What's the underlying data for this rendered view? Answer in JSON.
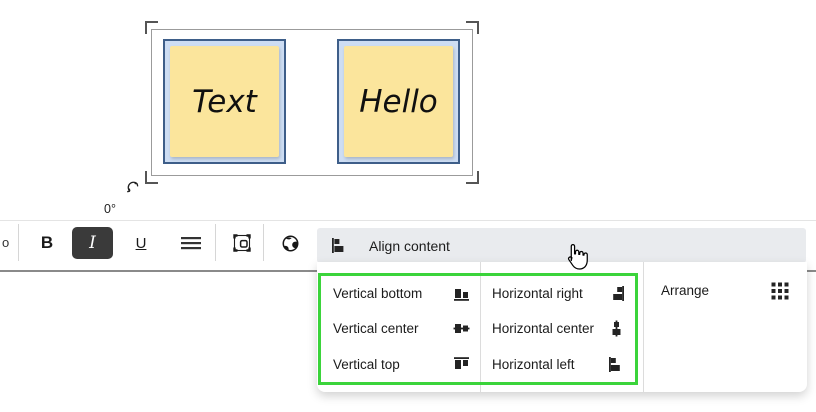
{
  "canvas": {
    "rotation_label": "0°",
    "shapes": [
      {
        "text": "Text"
      },
      {
        "text": "Hello"
      }
    ]
  },
  "toolbar": {
    "clipped_text": "o",
    "bold_label": "B",
    "italic_label": "I",
    "underline_label": "U",
    "align_content_label": "Align content"
  },
  "align_menu": {
    "vertical_items": [
      "Vertical bottom",
      "Vertical center",
      "Vertical top"
    ],
    "horizontal_items": [
      "Horizontal right",
      "Horizontal center",
      "Horizontal left"
    ],
    "arrange_label": "Arrange"
  },
  "icons": {
    "toolbar": [
      "justify-icon",
      "transform-frame-icon",
      "globe-icon",
      "align-horizontal-left-icon"
    ],
    "menu": [
      "align-vertical-bottom-icon",
      "align-vertical-center-icon",
      "align-vertical-top-icon",
      "align-horizontal-right-icon",
      "align-horizontal-center-icon",
      "align-horizontal-left-icon",
      "arrange-grid-icon"
    ],
    "overlays": [
      "rotate-cursor-icon",
      "hand-pointer-cursor"
    ]
  },
  "colors": {
    "highlight_green": "#3bd43b",
    "shape_border": "#3e5e89",
    "shape_fill": "#cdddf3",
    "note_fill": "#fbe59c",
    "active_button_bg": "#3a3a3a",
    "align_row_bg": "#e9ebee"
  }
}
